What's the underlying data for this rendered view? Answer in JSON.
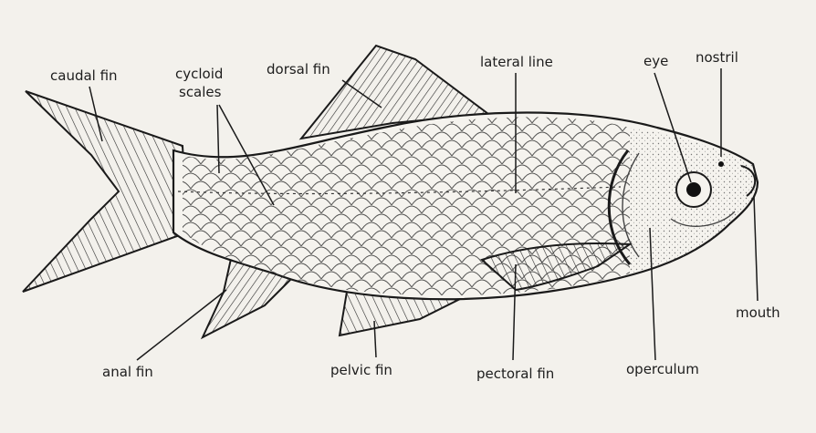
{
  "diagram": {
    "labels": {
      "caudal_fin": "caudal fin",
      "cycloid_scales_line1": "cycloid",
      "cycloid_scales_line2": "scales",
      "dorsal_fin": "dorsal fin",
      "lateral_line": "lateral line",
      "eye": "eye",
      "nostril": "nostril",
      "mouth": "mouth",
      "operculum": "operculum",
      "pectoral_fin": "pectoral fin",
      "pelvic_fin": "pelvic fin",
      "anal_fin": "anal fin"
    }
  }
}
